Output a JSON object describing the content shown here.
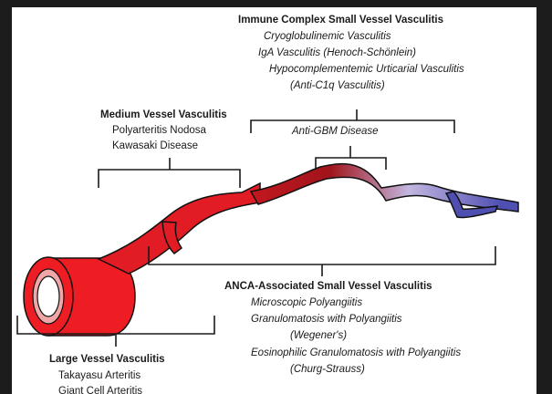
{
  "colors": {
    "large_artery": "#ee1d24",
    "medium_artery": "#e21c24",
    "arteriole": "#a0141a",
    "capillary": "#c3b6e0",
    "venule": "#4f4fb2",
    "bracket": "#1a1a1a",
    "text": "#1a1a1a",
    "frame": "#1c1c1c"
  },
  "immune_complex": {
    "title": "Immune Complex  Small Vessel Vasculitis",
    "items": [
      "Cryoglobulinemic Vasculitis",
      "IgA Vasculitis (Henoch-Schönlein)",
      "Hypocomplementemic Urticarial Vasculitis",
      "(Anti-C1q Vasculitis)"
    ]
  },
  "anti_gbm": {
    "title": "Anti-GBM Disease"
  },
  "medium_vessel": {
    "title": "Medium Vessel Vasculitis",
    "items": [
      "Polyarteritis Nodosa",
      "Kawasaki Disease"
    ]
  },
  "anca": {
    "title": "ANCA-Associated Small Vessel Vasculitis",
    "items": [
      "Microscopic Polyangiitis",
      "Granulomatosis with Polyangiitis",
      "(Wegener's)",
      "Eosinophilic Granulomatosis with Polyangiitis",
      "(Churg-Strauss)"
    ]
  },
  "large_vessel": {
    "title": "Large Vessel Vasculitis",
    "items": [
      "Takayasu Arteritis",
      "Giant Cell Arteritis"
    ]
  }
}
